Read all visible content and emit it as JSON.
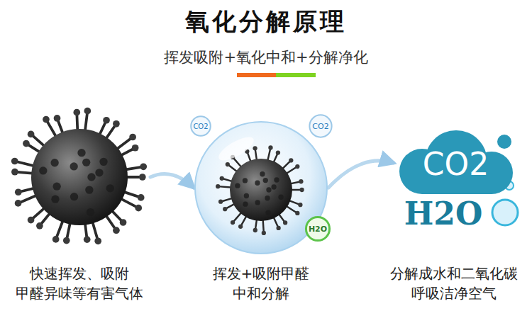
{
  "diagram": {
    "title": "氧化分解原理",
    "nodes": [
      {
        "text": [
          "快速挥发、吸附 甲醛异味等有害气体"
        ]
      },
      {
        "text": [
          "挥发+吸附甲醛 中和分解"
        ]
      },
      {
        "text": [
          "CO2"
        ],
        "in": 1
      },
      {
        "text": [
          "CO2"
        ],
        "in": 1
      },
      {
        "text": [
          "H2O"
        ],
        "in": 1
      },
      {
        "text": [
          "CO2",
          "H2O",
          "分解成水和二氧化碳 呼吸洁净空气"
        ]
      }
    ],
    "edges": [
      {
        "from": 0,
        "to": 1,
        "arrow": "to"
      },
      {
        "from": 1,
        "to": 5,
        "arrow": "to"
      }
    ],
    "labels": [
      "挥发吸附+氧化中和+分解净化"
    ]
  }
}
